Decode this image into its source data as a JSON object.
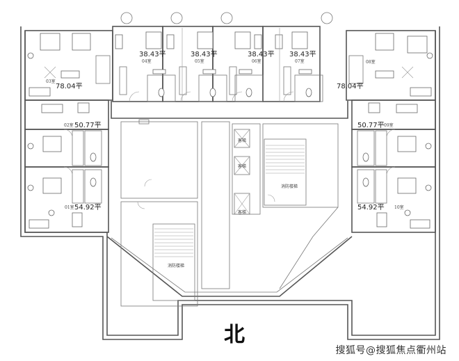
{
  "units": [
    {
      "id": "u01",
      "room": "01室",
      "area": "54.92平"
    },
    {
      "id": "u02",
      "room": "02室",
      "area": "50.77平"
    },
    {
      "id": "u03",
      "room": "03室",
      "area": "78.04平"
    },
    {
      "id": "u04",
      "room": "04室",
      "area": "38.43平"
    },
    {
      "id": "u05",
      "room": "05室",
      "area": "38.43平"
    },
    {
      "id": "u06",
      "room": "06室",
      "area": "38.43平"
    },
    {
      "id": "u07",
      "room": "07室",
      "area": "38.43平"
    },
    {
      "id": "u08",
      "room": "08室",
      "area": "78.04平"
    },
    {
      "id": "u09",
      "room": "09室",
      "area": "50.77平"
    },
    {
      "id": "u10",
      "room": "10室",
      "area": "54.92平"
    }
  ],
  "facilities": {
    "elevator": "客梯",
    "fire_stair": "消防楼梯"
  },
  "compass": "北",
  "watermark": "搜狐号@搜狐焦点衢州站"
}
